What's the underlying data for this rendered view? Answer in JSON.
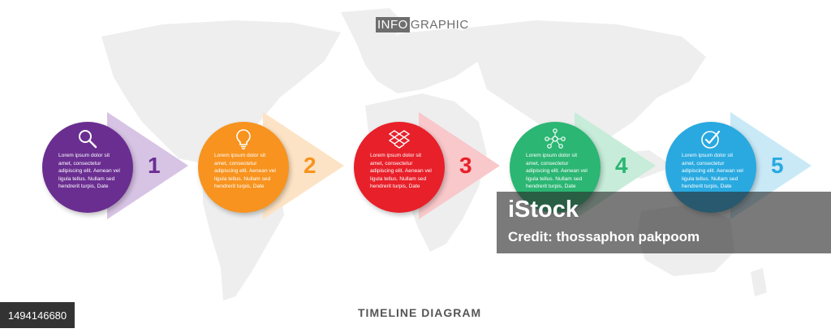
{
  "header": {
    "highlight": "INFO",
    "rest": "GRAPHIC"
  },
  "steps": [
    {
      "number": "1",
      "icon": "magnifier-icon",
      "color": "#6a2e91",
      "arrow": "#d7c3e4",
      "numColor": "#6a2e91",
      "text": "Lorem ipsum dolor sit amet, consectetur adipiscing elit. Aenean vel ligula tellus. Nullam sed hendrerit turpis, Date"
    },
    {
      "number": "2",
      "icon": "lightbulb-icon",
      "color": "#f7931e",
      "arrow": "#fde3c5",
      "numColor": "#f7931e",
      "text": "Lorem ipsum dolor sit amet, consectetur adipiscing elit. Aenean vel ligula tellus. Nullam sed hendrerit turpis, Date"
    },
    {
      "number": "3",
      "icon": "boxes-icon",
      "color": "#e8202a",
      "arrow": "#f9c8cb",
      "numColor": "#e8202a",
      "text": "Lorem ipsum dolor sit amet, consectetur adipiscing elit. Aenean vel ligula tellus. Nullam sed hendrerit turpis, Date"
    },
    {
      "number": "4",
      "icon": "network-icon",
      "color": "#2bb673",
      "arrow": "#c7ecd9",
      "numColor": "#2bb673",
      "text": "Lorem ipsum dolor sit amet, consectetur adipiscing elit. Aenean vel ligula tellus. Nullam sed hendrerit turpis, Date"
    },
    {
      "number": "5",
      "icon": "checkmark-icon",
      "color": "#29a9e0",
      "arrow": "#c9e9f7",
      "numColor": "#29a9e0",
      "text": "Lorem ipsum dolor sit amet, consectetur adipiscing elit. Aenean vel ligula tellus. Nullam sed hendrerit turpis, Date"
    }
  ],
  "footer": "TIMELINE  DIAGRAM",
  "watermark": {
    "logo": "iStock",
    "credit": "Credit: thossaphon pakpoom",
    "id": "1494146680"
  }
}
